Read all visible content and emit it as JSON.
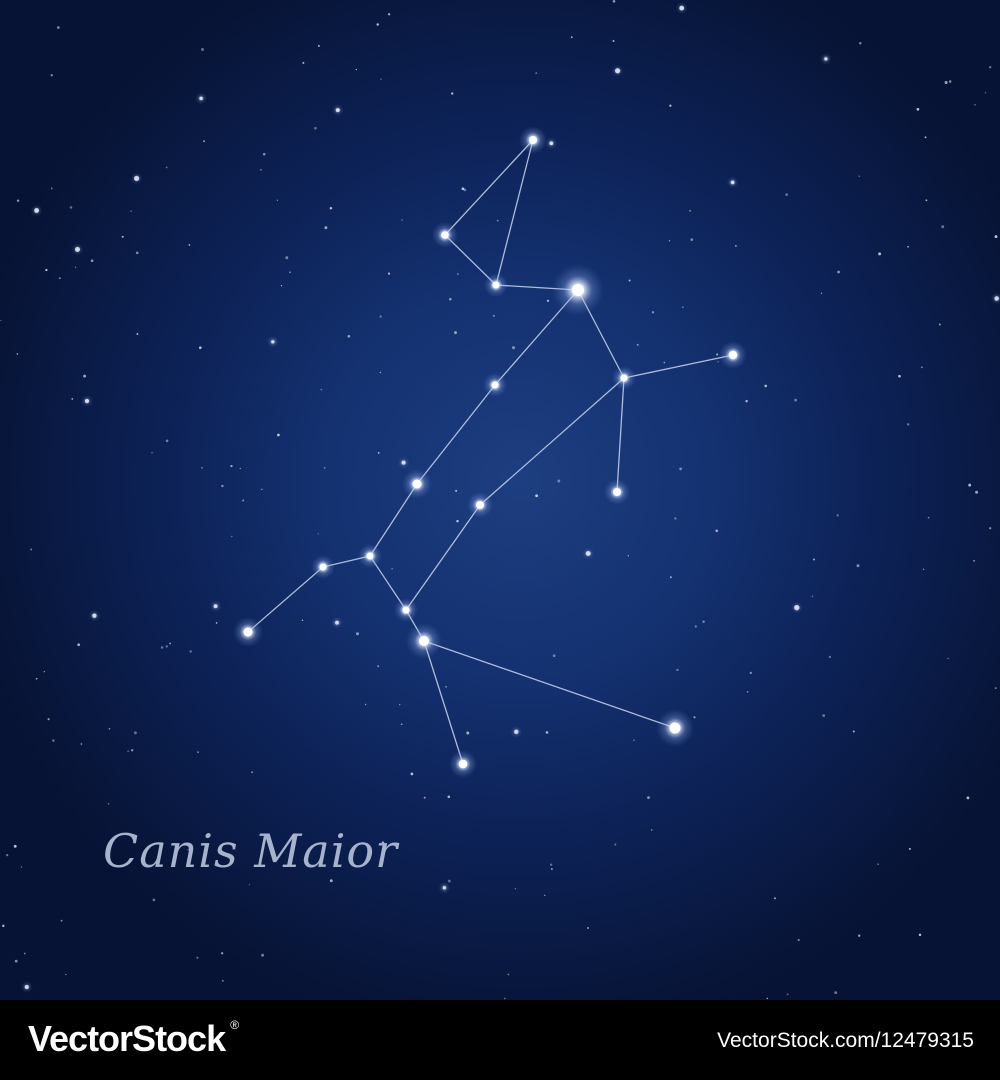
{
  "title": "Canis Maior",
  "footer": {
    "brand": "VectorStock",
    "registered": "®",
    "stock_url": "VectorStock.com/12479315"
  },
  "colors": {
    "sky_center": "#1d3e80",
    "sky_edge": "#071334",
    "title": "#a6b3cb",
    "footer_bg": "#000000"
  }
}
